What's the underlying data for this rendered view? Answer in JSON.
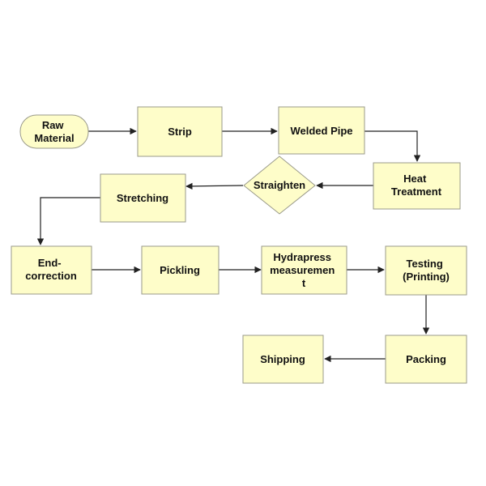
{
  "nodes": {
    "raw_material": {
      "lines": [
        "Raw",
        "Material"
      ],
      "shape": "rounded"
    },
    "strip": {
      "lines": [
        "Strip"
      ],
      "shape": "rect"
    },
    "welded_pipe": {
      "lines": [
        "Welded Pipe"
      ],
      "shape": "rect"
    },
    "heat_treatment": {
      "lines": [
        "Heat",
        "Treatment"
      ],
      "shape": "rect"
    },
    "straighten": {
      "lines": [
        "Straighten"
      ],
      "shape": "diamond"
    },
    "stretching": {
      "lines": [
        "Stretching"
      ],
      "shape": "rect"
    },
    "end_correction": {
      "lines": [
        "End-",
        "correction"
      ],
      "shape": "rect"
    },
    "pickling": {
      "lines": [
        "Pickling"
      ],
      "shape": "rect"
    },
    "hydrapress": {
      "lines": [
        "Hydrapress",
        "measuremen",
        "t"
      ],
      "shape": "rect"
    },
    "testing": {
      "lines": [
        "Testing",
        "(Printing)"
      ],
      "shape": "rect"
    },
    "packing": {
      "lines": [
        "Packing"
      ],
      "shape": "rect"
    },
    "shipping": {
      "lines": [
        "Shipping"
      ],
      "shape": "rect"
    }
  },
  "edges": [
    {
      "from": "raw_material",
      "to": "strip"
    },
    {
      "from": "strip",
      "to": "welded_pipe"
    },
    {
      "from": "welded_pipe",
      "to": "heat_treatment"
    },
    {
      "from": "heat_treatment",
      "to": "straighten"
    },
    {
      "from": "straighten",
      "to": "stretching"
    },
    {
      "from": "stretching",
      "to": "end_correction"
    },
    {
      "from": "end_correction",
      "to": "pickling"
    },
    {
      "from": "pickling",
      "to": "hydrapress"
    },
    {
      "from": "hydrapress",
      "to": "testing"
    },
    {
      "from": "testing",
      "to": "packing"
    },
    {
      "from": "packing",
      "to": "shipping"
    }
  ],
  "colors": {
    "node_fill": "#fefdc9",
    "node_stroke": "#9a9a8a",
    "edge": "#222222",
    "text": "#111111"
  }
}
